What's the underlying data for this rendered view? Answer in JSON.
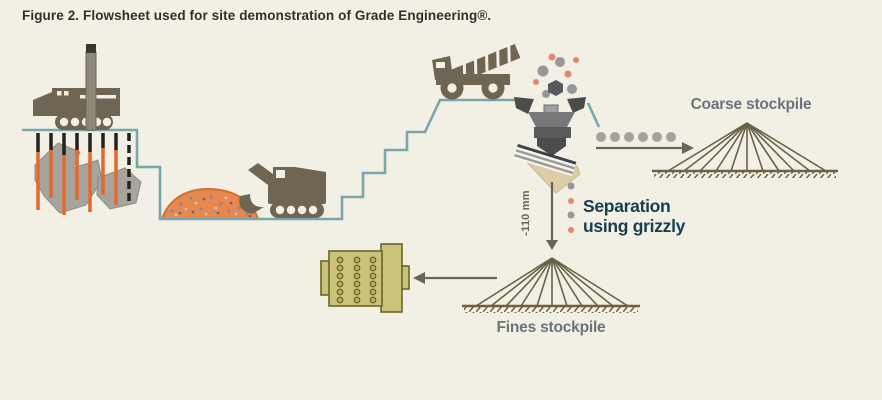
{
  "figure": {
    "caption": "Figure 2. Flowsheet used for site demonstration of Grade Engineering®."
  },
  "labels": {
    "coarse_stockpile": "Coarse stockpile",
    "fines_stockpile": "Fines stockpile",
    "separation": {
      "line1": "Separation",
      "line2": "using grizzly"
    },
    "size_fraction": "-110 mm"
  },
  "icons": [
    "drill-rig-icon",
    "blast-holes-icon",
    "rock-blocks-icon",
    "muck-pile-icon",
    "excavator-icon",
    "haul-truck-icon",
    "hopper-icon",
    "falling-particles-icon",
    "grizzly-screen-icon",
    "undersize-arrow-icon",
    "conveyor-dots-icon",
    "coarse-stockpile-icon",
    "fines-stockpile-icon",
    "transfer-arrow-icon",
    "scrubber-machine-icon"
  ],
  "colors": {
    "background": "#f2efe4",
    "caption_text": "#32302b",
    "vehicle_brown": "#6f6553",
    "bench_line_teal": "#78a6ab",
    "blast_hole_orange": "#e2692f",
    "blast_hole_black": "#25211b",
    "rock_gray": "#a7a39d",
    "muck_pile_orange": "#e8874e",
    "stockpile_label_gray": "#6a757b",
    "separation_text_navy": "#17404f",
    "stockpile_line_brown": "#6b6148",
    "arrow_gray_brown": "#6b6453",
    "machine_khaki": "#ccc37a",
    "machine_khaki_outline": "#6a6527",
    "particle_gray": "#97979a",
    "particle_orange": "#de8b6a",
    "hopper_dark_gray": "#4b4c4e",
    "grizzly_tan": "#dbcda6"
  }
}
